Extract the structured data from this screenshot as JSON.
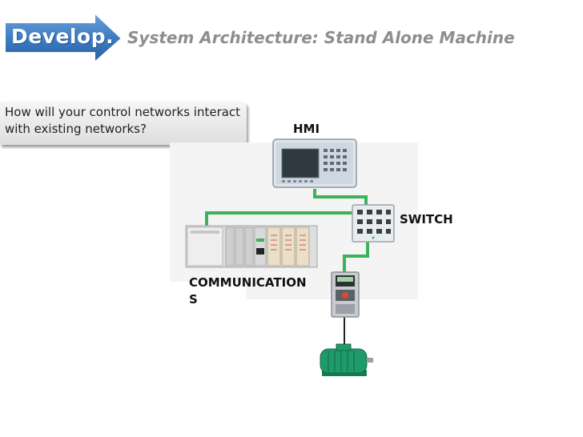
{
  "header": {
    "badge_label": "Develop.",
    "title": "System Architecture:  Stand Alone Machine"
  },
  "question": "How will your control networks interact with existing networks?",
  "labels": {
    "hmi": "HMI",
    "switch": "SWITCH",
    "communications": "COMMUNICATIONS"
  },
  "colors": {
    "badge_blue": "#3e7cc4",
    "network_cable": "#3cb35a",
    "motor_green": "#1f9a6a",
    "title_gray": "#8e8e8e"
  },
  "icons": [
    "develop-arrow-icon",
    "hmi-panel-icon",
    "ethernet-switch-icon",
    "plc-rack-icon",
    "drive-icon",
    "motor-icon"
  ]
}
